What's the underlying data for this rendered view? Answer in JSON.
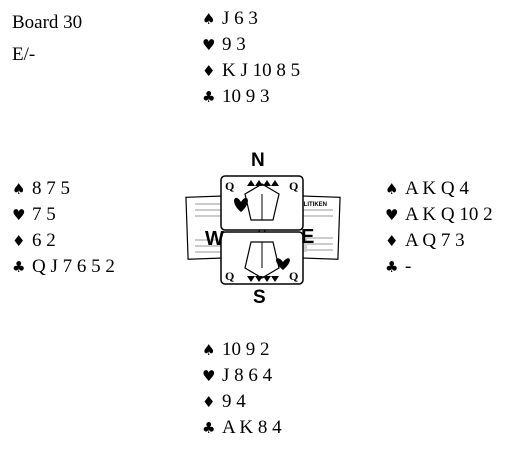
{
  "board": {
    "label": "Board 30",
    "vulnerability": "E/-"
  },
  "north": {
    "spades": "J 6 3",
    "hearts": "9 3",
    "diamonds": "K J 10 8 5",
    "clubs": "10 9 3"
  },
  "west": {
    "spades": "8 7 5",
    "hearts": "7 5",
    "diamonds": "6 2",
    "clubs": "Q J 7 6 5 2"
  },
  "east": {
    "spades": "A K Q 4",
    "hearts": "A K Q 10 2",
    "diamonds": "A Q 7 3",
    "clubs": "-"
  },
  "south": {
    "spades": "10 9 2",
    "hearts": "J 8 6 4",
    "diamonds": "9 4",
    "clubs": "A K 8 4"
  },
  "compass": {
    "n": "N",
    "s": "S",
    "w": "W",
    "e": "E"
  },
  "logo_text": "POLITIKEN",
  "suit_symbols": {
    "spades": "♠",
    "hearts": "♥",
    "diamonds": "♦",
    "clubs": "♣"
  }
}
